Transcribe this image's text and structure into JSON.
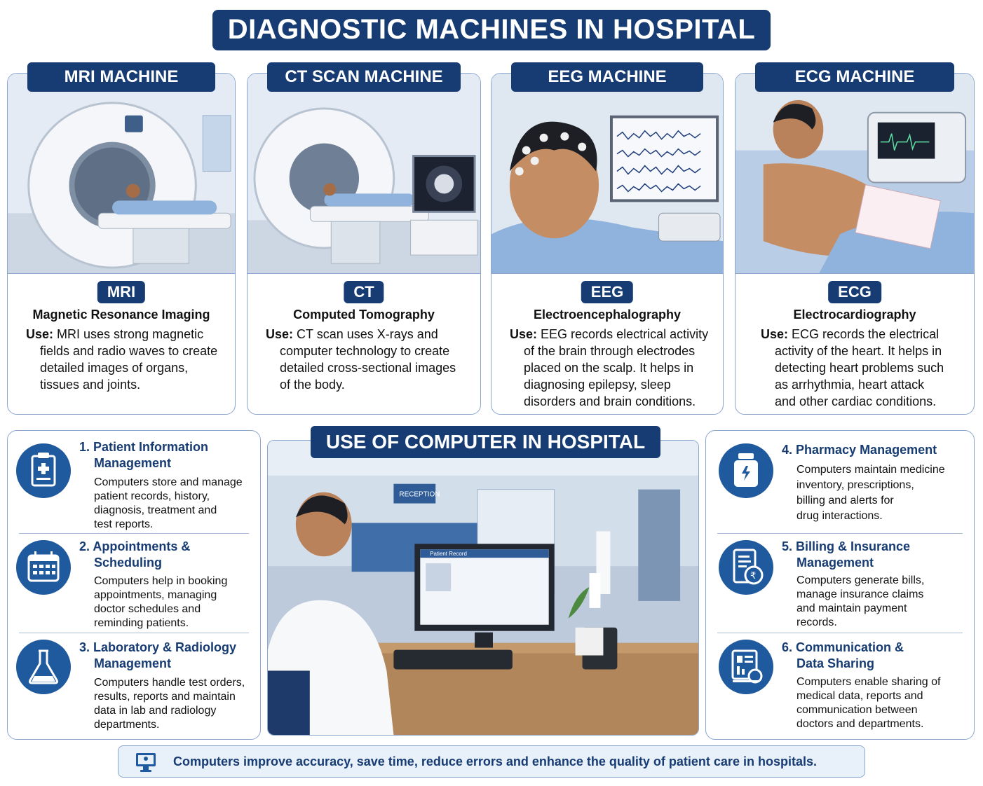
{
  "title": "DIAGNOSTIC MACHINES IN HOSPITAL",
  "machines": [
    {
      "heading": "MRI MACHINE",
      "abbr": "MRI",
      "full": "Magnetic Resonance Imaging",
      "use_label": "Use:",
      "use_lines": [
        "MRI uses strong magnetic",
        "fields and radio waves to create",
        "detailed images of organs,",
        "tissues and joints."
      ]
    },
    {
      "heading": "CT SCAN MACHINE",
      "abbr": "CT",
      "full": "Computed Tomography",
      "use_label": "Use:",
      "use_lines": [
        "CT scan uses X-rays and",
        "computer technology to create",
        "detailed cross-sectional images",
        "of the body."
      ]
    },
    {
      "heading": "EEG MACHINE",
      "abbr": "EEG",
      "full": "Electroencephalography",
      "use_label": "Use:",
      "use_lines": [
        "EEG records electrical activity",
        "of the brain through electrodes",
        "placed on the scalp. It helps in",
        "diagnosing epilepsy, sleep",
        "disorders and brain conditions."
      ]
    },
    {
      "heading": "ECG MACHINE",
      "abbr": "ECG",
      "full": "Electrocardiography",
      "use_label": "Use:",
      "use_lines": [
        "ECG records the electrical",
        "activity of the heart. It helps in",
        "detecting heart problems such",
        "as arrhythmia, heart attack",
        "and other cardiac conditions."
      ]
    }
  ],
  "center": {
    "heading": "USE OF COMPUTER IN HOSPITAL",
    "sign": "RECEPTION",
    "screen_title": "Patient Record"
  },
  "left_items": [
    {
      "title": [
        "1. Patient Information",
        "Management"
      ],
      "text": [
        "Computers store and manage",
        "patient records, history,",
        "diagnosis, treatment and",
        "test reports."
      ],
      "icon": "clipboard-medical-icon"
    },
    {
      "title": [
        "2. Appointments &",
        "Scheduling"
      ],
      "text": [
        "Computers help in booking",
        "appointments, managing",
        "doctor schedules and",
        "reminding patients."
      ],
      "icon": "calendar-icon"
    },
    {
      "title": [
        "3. Laboratory & Radiology",
        "Management"
      ],
      "text": [
        "Computers handle test orders,",
        "results, reports and maintain",
        "data in lab and radiology",
        "departments."
      ],
      "icon": "flask-icon"
    }
  ],
  "right_items": [
    {
      "title": [
        "4. Pharmacy Management"
      ],
      "text": [
        "Computers maintain medicine",
        "inventory, prescriptions,",
        "billing and alerts for",
        "drug interactions."
      ],
      "icon": "medicine-bottle-icon"
    },
    {
      "title": [
        "5. Billing & Insurance",
        "Management"
      ],
      "text": [
        "Computers generate bills,",
        "manage insurance claims",
        "and maintain payment",
        "records."
      ],
      "icon": "bill-icon"
    },
    {
      "title": [
        "6. Communication &",
        "Data Sharing"
      ],
      "text": [
        "Computers enable sharing of",
        "medical data, reports and",
        "communication between",
        "doctors and departments."
      ],
      "icon": "data-sharing-icon"
    }
  ],
  "footer": "Computers improve accuracy, save time, reduce errors and enhance the quality of patient care in hospitals.",
  "colors": {
    "navy": "#173c73",
    "icon_blue": "#1f5a9e",
    "border": "#8aa6cf"
  }
}
